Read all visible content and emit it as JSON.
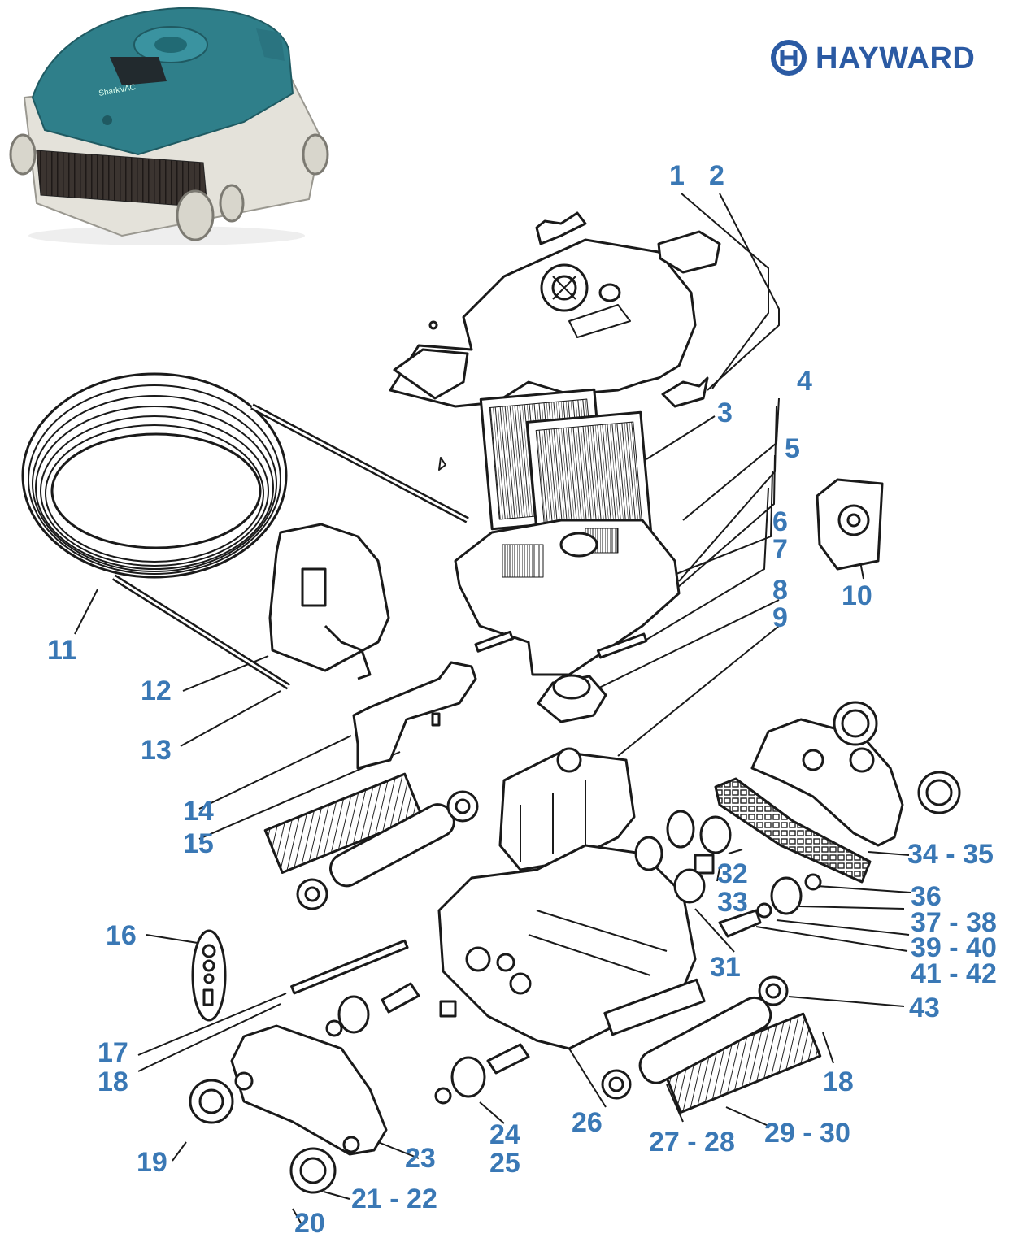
{
  "colors": {
    "label": "#3a78b5",
    "line": "#1a1a1a",
    "brand": "#2b5aa3",
    "cleaner_shell": "#2f7f8a",
    "cleaner_base": "#e6e4dc"
  },
  "brand": {
    "name": "HAYWARD",
    "logo_icon": "hayward-h-logo-icon"
  },
  "product_photo": {
    "badge_text": "SharkVAC"
  },
  "callouts": {
    "c1": "1",
    "c2": "2",
    "c3": "3",
    "c4": "4",
    "c5": "5",
    "c6": "6",
    "c7": "7",
    "c8": "8",
    "c9": "9",
    "c10": "10",
    "c11": "11",
    "c12": "12",
    "c13": "13",
    "c14": "14",
    "c15": "15",
    "c16": "16",
    "c17": "17",
    "c18a": "18",
    "c18b": "18",
    "c19": "19",
    "c20": "20",
    "c21": "21 - 22",
    "c23": "23",
    "c24": "24",
    "c25": "25",
    "c26": "26",
    "c27": "27 - 28",
    "c29": "29 - 30",
    "c31": "31",
    "c32": "32",
    "c33": "33",
    "c34": "34 - 35",
    "c36": "36",
    "c37": "37 - 38",
    "c39": "39 - 40",
    "c41": "41 - 42",
    "c43": "43"
  }
}
